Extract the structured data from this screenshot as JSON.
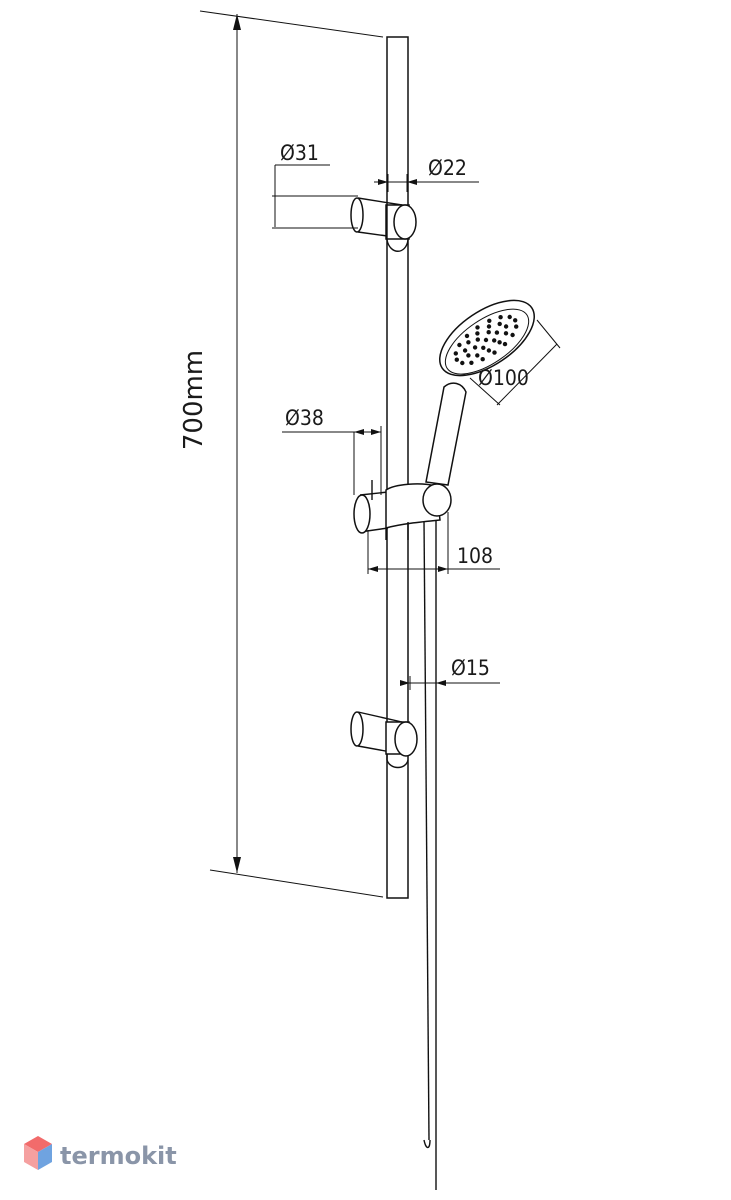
{
  "dimensions": {
    "height_total": "700mm",
    "bracket_diameter": "Ø31",
    "rail_diameter": "Ø22",
    "shower_head_diameter": "Ø100",
    "holder_diameter": "Ø38",
    "holder_projection": "108",
    "hose_diameter": "Ø15"
  },
  "brand": {
    "name": "termokit",
    "colors": {
      "top": "#f26b6b",
      "left": "#f5a0a0",
      "right": "#6fa3e0",
      "text": "#8a95a8"
    }
  }
}
